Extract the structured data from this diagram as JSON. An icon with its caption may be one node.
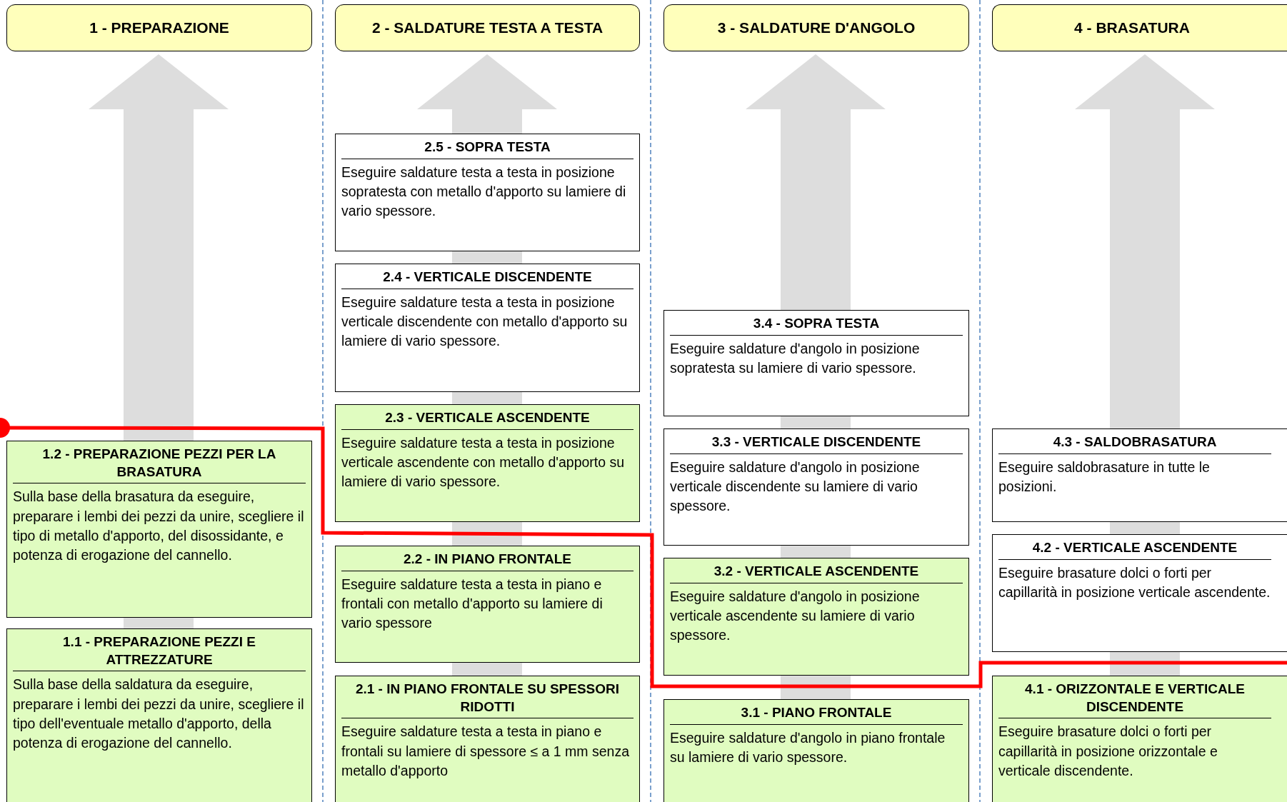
{
  "diagram": {
    "nodes": [
      {
        "text": [
          "1 - PREPARAZIONE"
        ]
      },
      {
        "text": [
          "2 - SALDATURE TESTA A TESTA"
        ]
      },
      {
        "text": [
          "3 - SALDATURE D'ANGOLO"
        ]
      },
      {
        "text": [
          "4 - BRASATURA"
        ]
      },
      {
        "text": [
          "1.2 - PREPARAZIONE PEZZI PER LA BRASATURA",
          "Sulla base della brasatura da eseguire, preparare i lembi dei pezzi da unire, scegliere il tipo di metallo d'apporto, del disossidante, e potenza di erogazione del cannello."
        ]
      },
      {
        "text": [
          "1.1 - PREPARAZIONE PEZZI E ATTREZZATURE",
          "Sulla base della saldatura da eseguire, preparare i lembi dei pezzi da unire, scegliere il tipo dell'eventuale metallo d'apporto, della potenza di erogazione del cannello."
        ]
      },
      {
        "text": [
          "2.5 - SOPRA TESTA",
          "Eseguire saldature testa a testa in posizione sopratesta con metallo d'apporto su lamiere di vario spessore."
        ]
      },
      {
        "text": [
          "2.4 - VERTICALE DISCENDENTE",
          "Eseguire saldature testa a testa in posizione verticale discendente con metallo d'apporto su lamiere di vario spessore."
        ]
      },
      {
        "text": [
          "2.3 - VERTICALE ASCENDENTE",
          "Eseguire saldature testa a testa in posizione verticale ascendente con metallo d'apporto su lamiere di vario spessore."
        ]
      },
      {
        "text": [
          "2.2 - IN PIANO FRONTALE",
          "Eseguire saldature testa a testa in piano e frontali con metallo d'apporto su lamiere di vario spessore"
        ]
      },
      {
        "text": [
          "2.1 - IN PIANO FRONTALE SU SPESSORI RIDOTTI",
          "Eseguire saldature testa a testa in piano e frontali su lamiere di spessore ≤ a 1 mm senza metallo d'apporto"
        ]
      },
      {
        "text": [
          "3.4 - SOPRA TESTA",
          "Eseguire saldature d'angolo in posizione sopratesta su lamiere di vario spessore."
        ]
      },
      {
        "text": [
          "3.3 - VERTICALE DISCENDENTE",
          "Eseguire saldature d'angolo in posizione verticale discendente su lamiere di vario spessore."
        ]
      },
      {
        "text": [
          "3.2 - VERTICALE ASCENDENTE",
          "Eseguire saldature d'angolo in posizione verticale ascendente su lamiere di vario spessore."
        ]
      },
      {
        "text": [
          "3.1 - PIANO FRONTALE",
          "Eseguire saldature d'angolo in piano frontale su lamiere di vario spessore."
        ]
      },
      {
        "text": [
          "4.3 - SALDOBRASATURA",
          "Eseguire saldobrasature in tutte le posizioni."
        ]
      },
      {
        "text": [
          "4.2 - VERTICALE ASCENDENTE",
          "Eseguire brasature dolci o forti per capillarità in posizione verticale ascendente."
        ]
      },
      {
        "text": [
          "4.1 - ORIZZONTALE E VERTICALE DISCENDENTE",
          "Eseguire brasature dolci o forti per capillarità in posizione orizzontale e verticale discendente."
        ]
      }
    ]
  }
}
